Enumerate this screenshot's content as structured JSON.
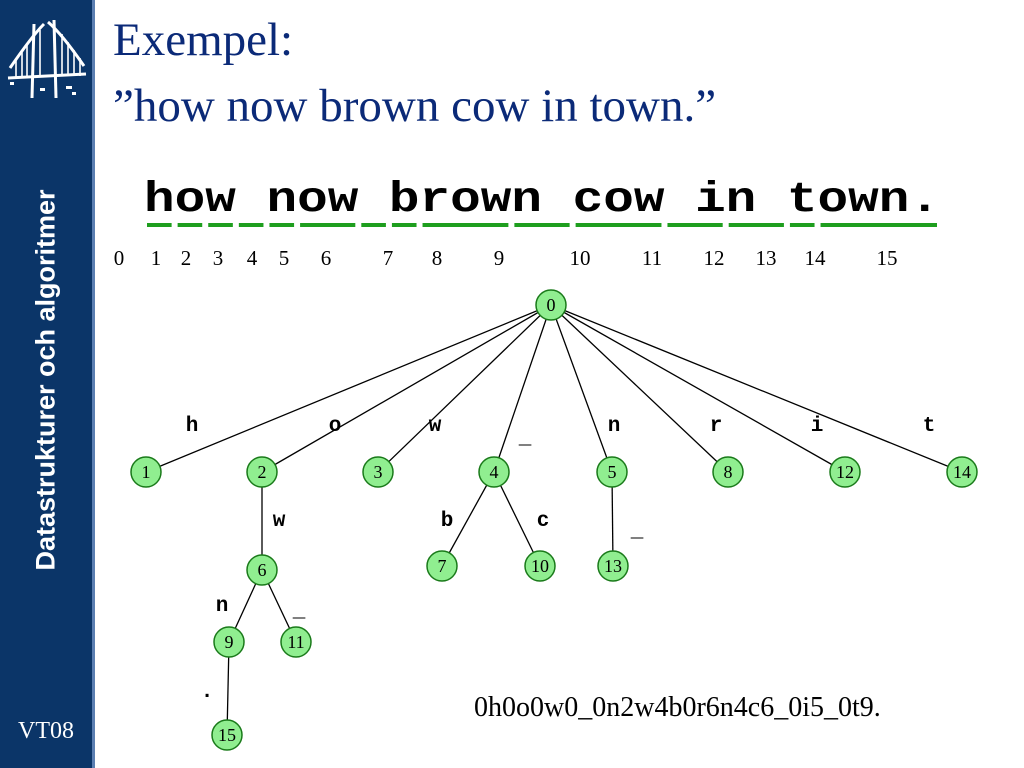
{
  "sidebar": {
    "course_title": "Datastrukturer och algoritmer",
    "term": "VT08"
  },
  "title": {
    "line1": "Exempel:",
    "line2": "”how now brown cow in town.”"
  },
  "phrase": {
    "text": "how now brown cow in town.",
    "underline_color": "#1e9e1e",
    "segments": [
      {
        "text": "h",
        "index": "1"
      },
      {
        "text": "o",
        "index": "2"
      },
      {
        "text": "w",
        "index": "3"
      },
      {
        "text": " ",
        "index": "4"
      },
      {
        "text": "n",
        "index": "5"
      },
      {
        "text": "ow",
        "index": "6"
      },
      {
        "text": " ",
        "index": "7"
      },
      {
        "text": "b",
        "index": "8"
      },
      {
        "text": "row",
        "index": "9"
      },
      {
        "text": "n ",
        "index": "10"
      },
      {
        "text": "cow",
        "index": "11"
      },
      {
        "text": " i",
        "index": "12"
      },
      {
        "text": "n ",
        "index": "13"
      },
      {
        "text": "t",
        "index": "14"
      },
      {
        "text": "own.",
        "index": "15"
      }
    ],
    "start_index": "0"
  },
  "trie": {
    "node_fill": "#90ee90",
    "node_stroke": "#1a7a1a",
    "nodes": [
      "0",
      "1",
      "2",
      "3",
      "4",
      "5",
      "8",
      "12",
      "14",
      "6",
      "7",
      "10",
      "13",
      "9",
      "11",
      "15"
    ],
    "edges": [
      {
        "from": "0",
        "to": "1",
        "label": "h"
      },
      {
        "from": "0",
        "to": "2",
        "label": "o"
      },
      {
        "from": "0",
        "to": "3",
        "label": "w"
      },
      {
        "from": "0",
        "to": "4",
        "label": "_"
      },
      {
        "from": "0",
        "to": "5",
        "label": "n"
      },
      {
        "from": "0",
        "to": "8",
        "label": "r"
      },
      {
        "from": "0",
        "to": "12",
        "label": "i"
      },
      {
        "from": "0",
        "to": "14",
        "label": "t"
      },
      {
        "from": "2",
        "to": "6",
        "label": "w"
      },
      {
        "from": "4",
        "to": "7",
        "label": "b"
      },
      {
        "from": "4",
        "to": "10",
        "label": "c"
      },
      {
        "from": "5",
        "to": "13",
        "label": "_"
      },
      {
        "from": "6",
        "to": "9",
        "label": "n"
      },
      {
        "from": "6",
        "to": "11",
        "label": "_"
      },
      {
        "from": "9",
        "to": "15",
        "label": "."
      }
    ]
  },
  "encoding": "0h0o0w0_0n2w4b0r6n4c6_0i5_0t9."
}
